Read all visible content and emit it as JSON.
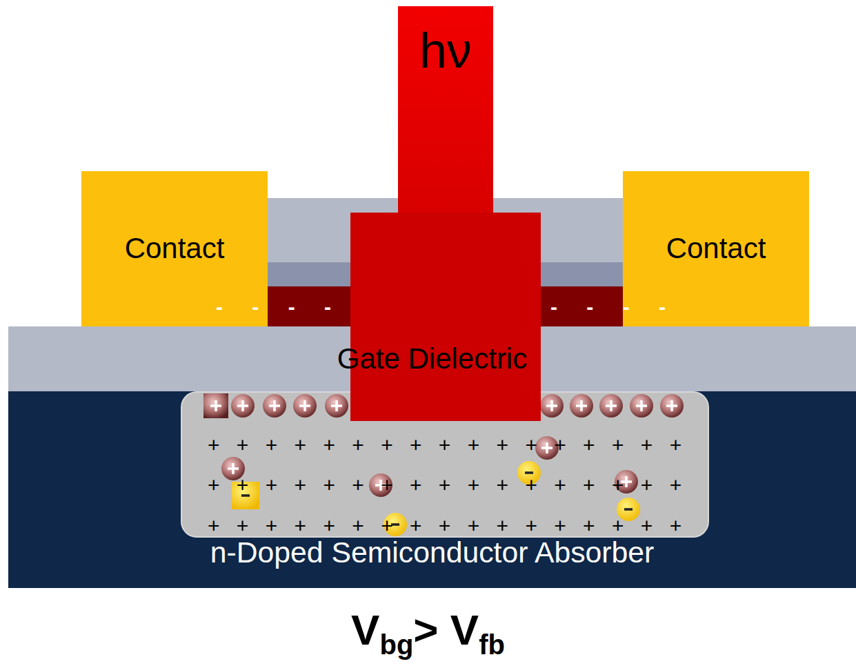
{
  "diagram": {
    "nodes": [
      {
        "text": [
          "hν"
        ]
      },
      {
        "text": [
          "Contact"
        ]
      },
      {
        "text": [
          "Contact"
        ]
      },
      {
        "text": [
          "Gate Dielectric"
        ]
      },
      {
        "text": [
          "n-Doped Semiconductor Absorber"
        ]
      },
      {
        "text": [
          "+ + + + + + + + + + + + + + + + +",
          "+ + + + + + + + + + + + + + + + +",
          "+ + + + + + + + + + + + + + + + +"
        ],
        "in": 4
      },
      {
        "text": [
          "- - - -"
        ]
      },
      {
        "text": [
          "- - - -"
        ]
      }
    ],
    "labels": [
      "V",
      "bg",
      "> V",
      "fb"
    ]
  }
}
